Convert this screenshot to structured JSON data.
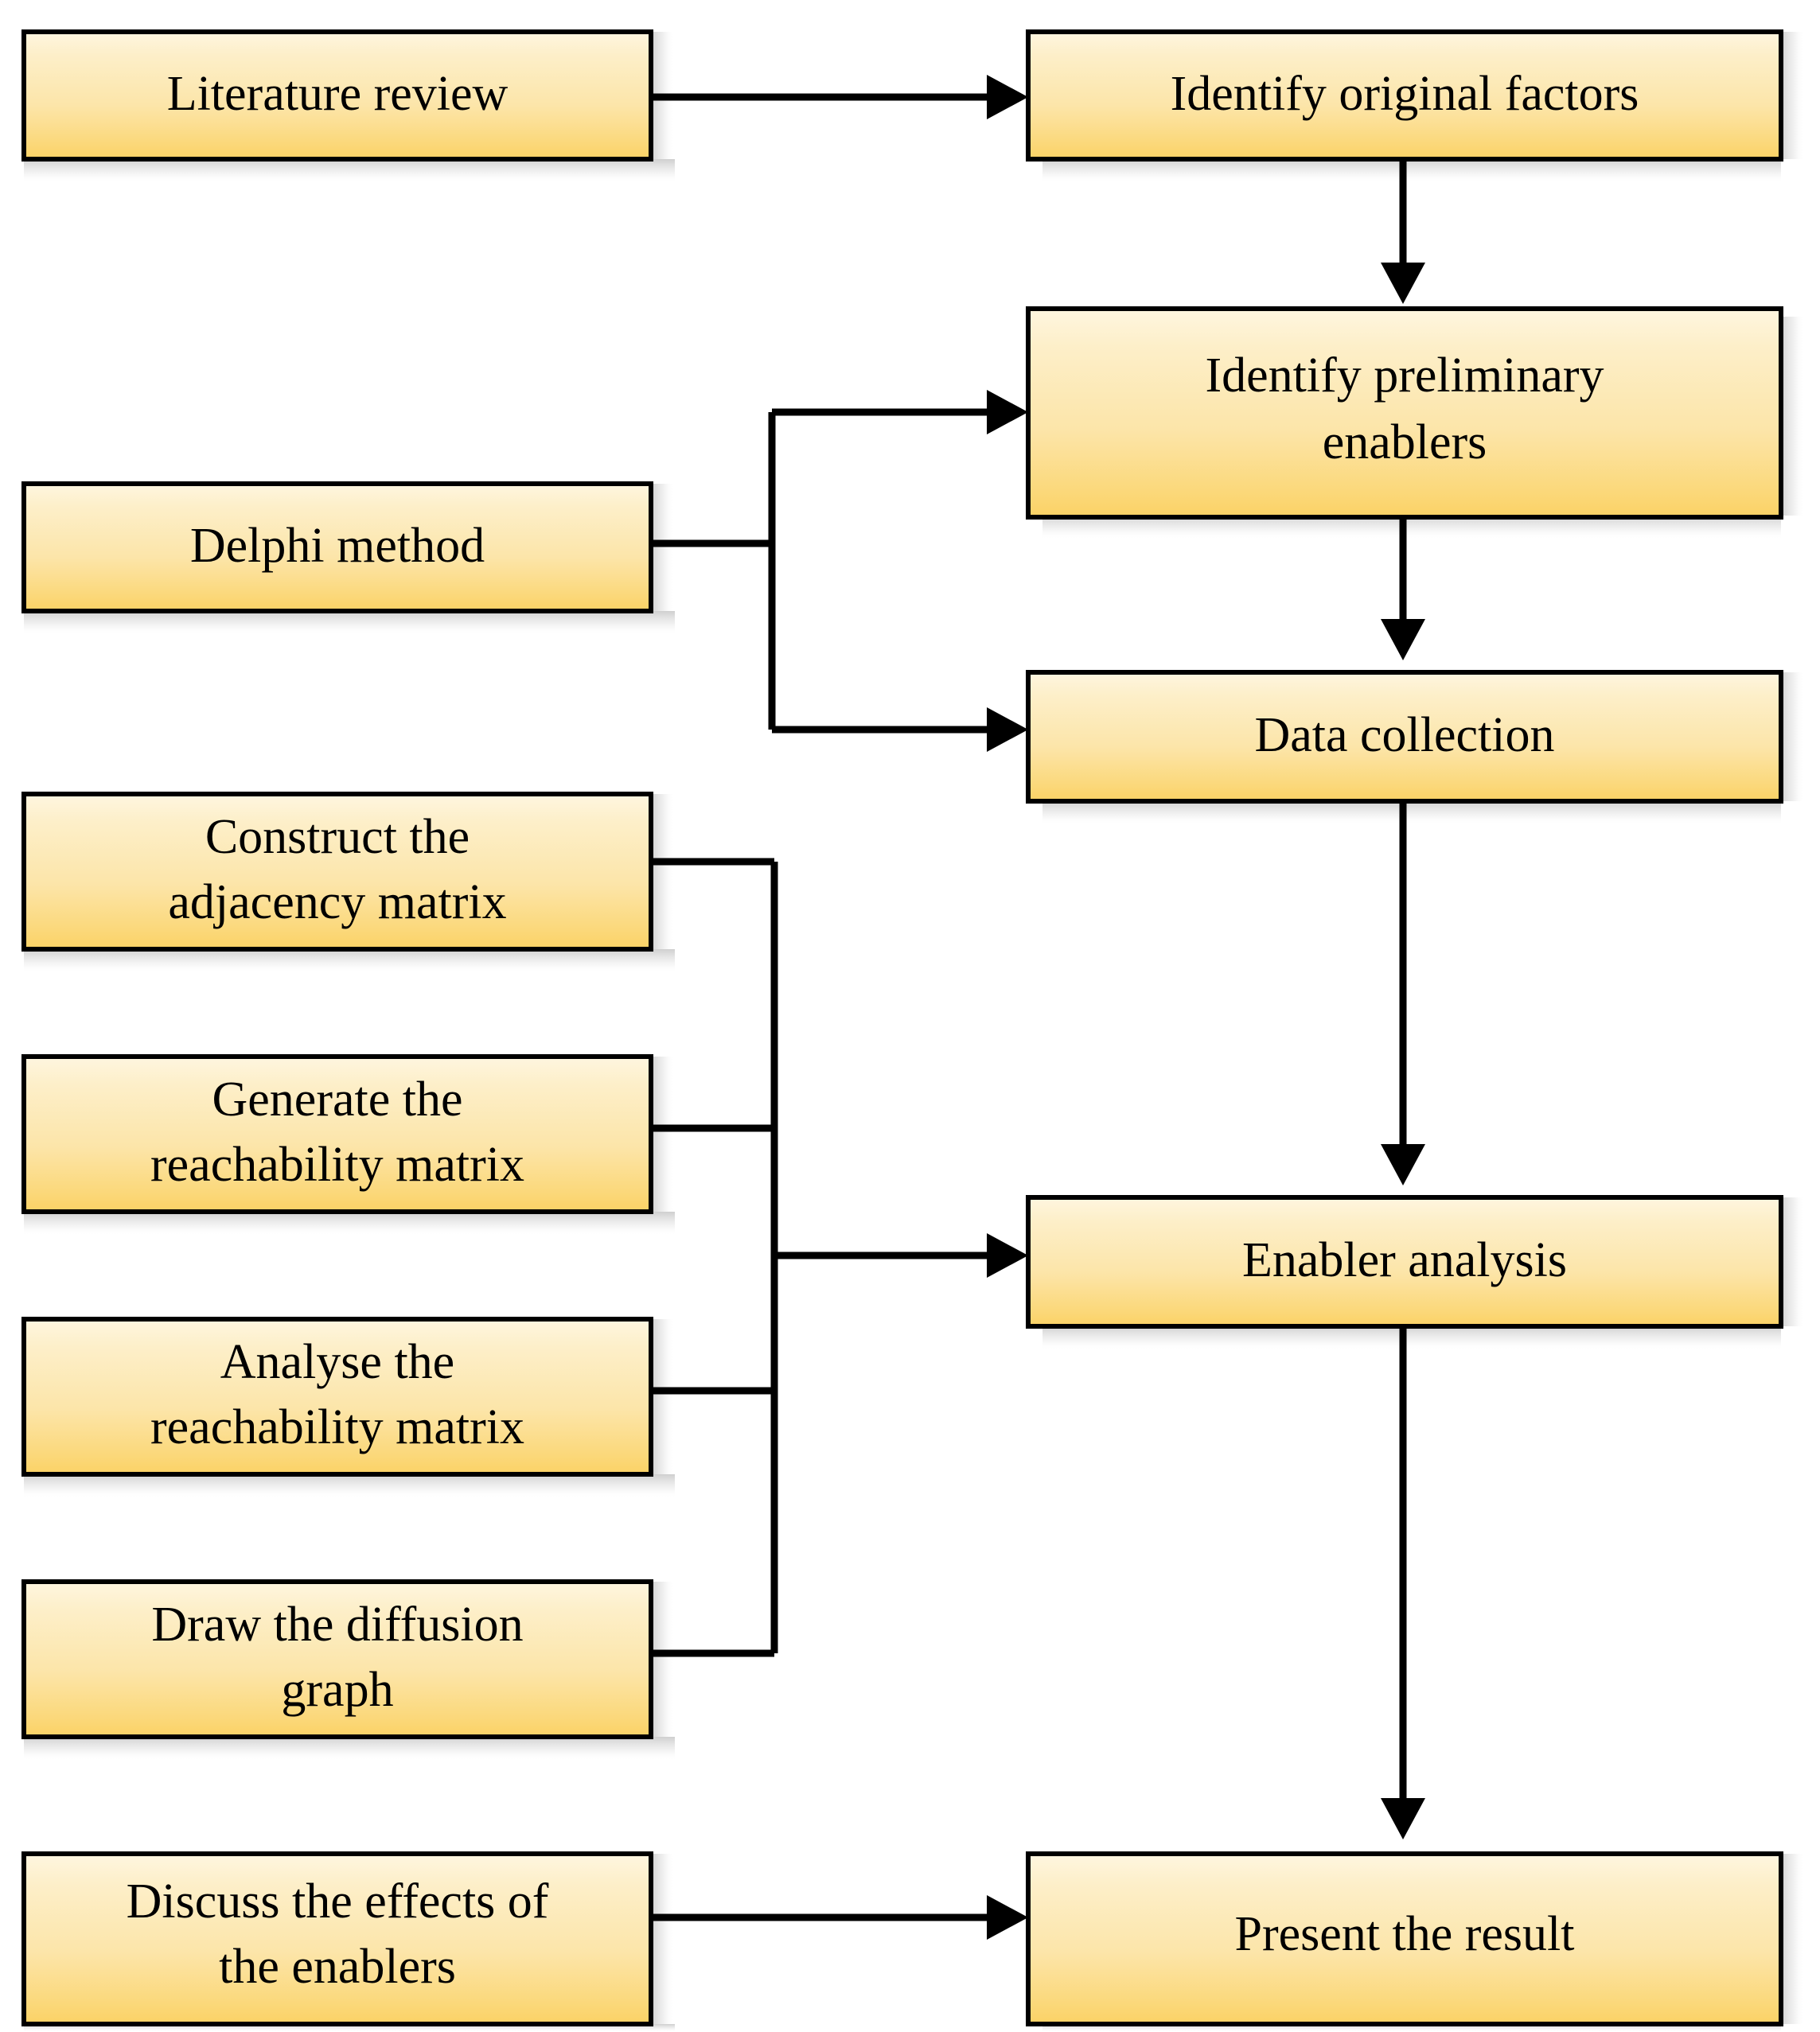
{
  "diagram": {
    "title": "Research methodology flowchart",
    "type": "flowchart",
    "background_color": "#FFFFFF",
    "node_style": {
      "fill_top": "#FDF1CE",
      "fill_bottom": "#FBD978",
      "border_color": "#000000",
      "text_color": "#000000",
      "shadow_color": "#BFBFBF"
    },
    "connector_color": "#000000"
  },
  "nodes": {
    "literature_review": {
      "label": "Literature review",
      "lines": [
        "Literature review"
      ]
    },
    "identify_original_factors": {
      "label": "Identify original factors",
      "lines": [
        "Identify original factors"
      ]
    },
    "delphi_method": {
      "label": "Delphi method",
      "lines": [
        "Delphi method"
      ]
    },
    "identify_preliminary_enablers": {
      "label": "Identify preliminary enablers",
      "lines": [
        "Identify preliminary",
        "enablers"
      ]
    },
    "data_collection": {
      "label": "Data collection",
      "lines": [
        "Data collection"
      ]
    },
    "construct_adjacency_matrix": {
      "label": "Construct the adjacency matrix",
      "lines": [
        "Construct the",
        "adjacency matrix"
      ]
    },
    "generate_reachability_matrix": {
      "label": "Generate the reachability matrix",
      "lines": [
        "Generate the",
        "reachability matrix"
      ]
    },
    "analyse_reachability_matrix": {
      "label": "Analyse the reachability matrix",
      "lines": [
        "Analyse the",
        "reachability matrix"
      ]
    },
    "draw_diffusion_graph": {
      "label": "Draw the diffusion graph",
      "lines": [
        "Draw the diffusion",
        "graph"
      ]
    },
    "enabler_analysis": {
      "label": "Enabler analysis",
      "lines": [
        "Enabler analysis"
      ]
    },
    "discuss_effects_of_enablers": {
      "label": "Discuss the effects of the enablers",
      "lines": [
        "Discuss the effects of",
        "the enablers"
      ]
    },
    "present_the_result": {
      "label": "Present the result",
      "lines": [
        "Present the result"
      ]
    }
  },
  "edges": [
    {
      "from": "literature_review",
      "to": "identify_original_factors",
      "arrow": "right"
    },
    {
      "from": "identify_original_factors",
      "to": "identify_preliminary_enablers",
      "arrow": "down"
    },
    {
      "from": "delphi_method",
      "to": "identify_preliminary_enablers",
      "arrow": "right"
    },
    {
      "from": "delphi_method",
      "to": "data_collection",
      "arrow": "right"
    },
    {
      "from": "identify_preliminary_enablers",
      "to": "data_collection",
      "arrow": "down"
    },
    {
      "from": "data_collection",
      "to": "enabler_analysis",
      "arrow": "down"
    },
    {
      "from": "construct_adjacency_matrix",
      "to": "enabler_analysis",
      "arrow": "right"
    },
    {
      "from": "generate_reachability_matrix",
      "to": "enabler_analysis",
      "arrow": "right"
    },
    {
      "from": "analyse_reachability_matrix",
      "to": "enabler_analysis",
      "arrow": "right"
    },
    {
      "from": "draw_diffusion_graph",
      "to": "enabler_analysis",
      "arrow": "right"
    },
    {
      "from": "enabler_analysis",
      "to": "present_the_result",
      "arrow": "down"
    },
    {
      "from": "discuss_effects_of_enablers",
      "to": "present_the_result",
      "arrow": "right"
    }
  ]
}
